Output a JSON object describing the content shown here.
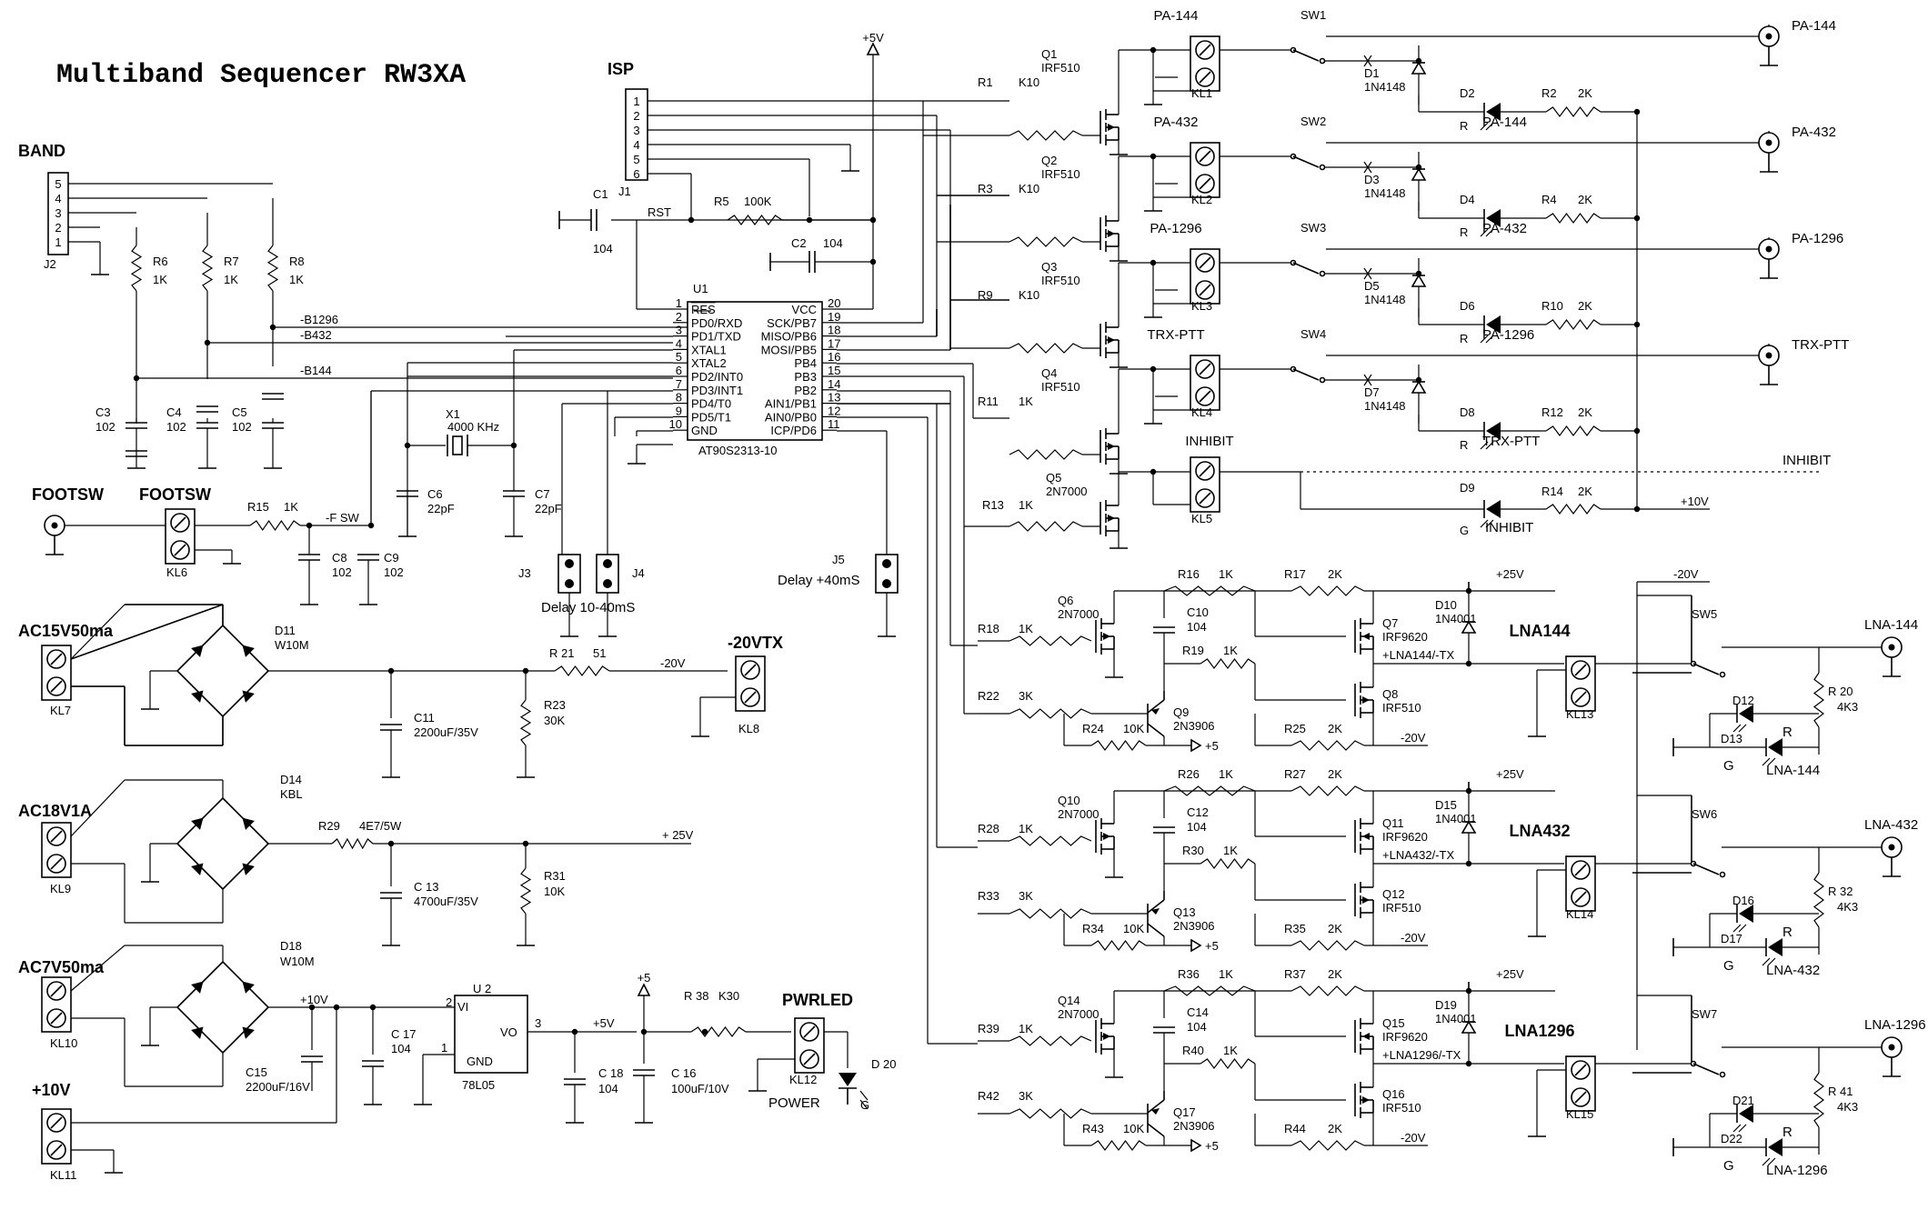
{
  "title": "Multiband Sequencer  RW3XA",
  "connectors": {
    "isp": {
      "name": "ISP",
      "ref": "J1",
      "pins": [
        "1",
        "2",
        "3",
        "4",
        "5",
        "6"
      ]
    },
    "band": {
      "name": "BAND",
      "ref": "J2",
      "pins": [
        "5",
        "4",
        "3",
        "2",
        "1"
      ]
    },
    "footsw_jack": "FOOTSW",
    "footsw_term": "FOOTSW",
    "kl6": "KL6",
    "supply": {
      "v5": "+5V"
    }
  },
  "mcu": {
    "ref": "U1",
    "part": "AT90S2313-10",
    "left_pins": [
      {
        "num": "1",
        "name": "RES"
      },
      {
        "num": "2",
        "name": "PD0/RXD"
      },
      {
        "num": "3",
        "name": "PD1/TXD"
      },
      {
        "num": "4",
        "name": "XTAL1"
      },
      {
        "num": "5",
        "name": "XTAL2"
      },
      {
        "num": "6",
        "name": "PD2/INT0"
      },
      {
        "num": "7",
        "name": "PD3/INT1"
      },
      {
        "num": "8",
        "name": "PD4/T0"
      },
      {
        "num": "9",
        "name": "PD5/T1"
      },
      {
        "num": "10",
        "name": "GND"
      }
    ],
    "right_pins": [
      {
        "num": "20",
        "name": "VCC"
      },
      {
        "num": "19",
        "name": "SCK/PB7"
      },
      {
        "num": "18",
        "name": "MISO/PB6"
      },
      {
        "num": "17",
        "name": "MOSI/PB5"
      },
      {
        "num": "16",
        "name": "PB4"
      },
      {
        "num": "15",
        "name": "PB3"
      },
      {
        "num": "14",
        "name": "PB2"
      },
      {
        "num": "13",
        "name": "AIN1/PB1"
      },
      {
        "num": "12",
        "name": "AIN0/PB0"
      },
      {
        "num": "11",
        "name": "ICP/PD6"
      }
    ]
  },
  "mcu_parts": {
    "c1": {
      "ref": "C1",
      "val": "104"
    },
    "rst": "RST",
    "r5": {
      "ref": "R5",
      "val": "100K"
    },
    "c2": {
      "ref": "C2",
      "val": "104"
    },
    "x1": {
      "ref": "X1",
      "val": "4000 KHz"
    },
    "c6": {
      "ref": "C6",
      "val": "22pF"
    },
    "c7": {
      "ref": "C7",
      "val": "22pF"
    },
    "r6": {
      "ref": "R6",
      "val": "1K"
    },
    "r7": {
      "ref": "R7",
      "val": "1K"
    },
    "r8": {
      "ref": "R8",
      "val": "1K"
    },
    "c3": {
      "ref": "C3",
      "val": "102"
    },
    "c4": {
      "ref": "C4",
      "val": "102"
    },
    "c5": {
      "ref": "C5",
      "val": "102"
    },
    "b1296": "-B1296",
    "b432": "-B432",
    "b144": "-B144",
    "r15": {
      "ref": "R15",
      "val": "1K"
    },
    "fsw": "-F SW",
    "c8": {
      "ref": "C8",
      "val": "102"
    },
    "c9": {
      "ref": "C9",
      "val": "102"
    },
    "j3": "J3",
    "j4": "J4",
    "j5": "J5",
    "delay1": "Delay 10-40mS",
    "delay2": "Delay +40mS"
  },
  "pa_channels": [
    {
      "q": "Q1",
      "part": "IRF510",
      "r": "R1",
      "rv": "K10",
      "kl": "KL1",
      "name": "PA-144",
      "sw": "SW1",
      "d": "D1",
      "dp": "1N4148",
      "led": "D2",
      "ledc": "R",
      "ledlbl": "PA-144",
      "rr": "R2",
      "rrv": "2K",
      "out": "PA-144"
    },
    {
      "q": "Q2",
      "part": "IRF510",
      "r": "R3",
      "rv": "K10",
      "kl": "KL2",
      "name": "PA-432",
      "sw": "SW2",
      "d": "D3",
      "dp": "1N4148",
      "led": "D4",
      "ledc": "R",
      "ledlbl": "PA-432",
      "rr": "R4",
      "rrv": "2K",
      "out": "PA-432"
    },
    {
      "q": "Q3",
      "part": "IRF510",
      "r": "R9",
      "rv": "K10",
      "kl": "KL3",
      "name": "PA-1296",
      "sw": "SW3",
      "d": "D5",
      "dp": "1N4148",
      "led": "D6",
      "ledc": "R",
      "ledlbl": "PA-1296",
      "rr": "R10",
      "rrv": "2K",
      "out": "PA-1296"
    },
    {
      "q": "Q4",
      "part": "IRF510",
      "r": "R11",
      "rv": "1K",
      "kl": "KL4",
      "name": "TRX-PTT",
      "sw": "SW4",
      "d": "D7",
      "dp": "1N4148",
      "led": "D8",
      "ledc": "R",
      "ledlbl": "TRX-PTT",
      "rr": "R12",
      "rrv": "2K",
      "out": "TRX-PTT"
    }
  ],
  "inhibit": {
    "q": "Q5",
    "part": "2N7000",
    "r": "R13",
    "rv": "1K",
    "kl": "KL5",
    "name": "INHIBIT",
    "led": "D9",
    "ledc": "G",
    "ledlbl": "INHIBIT",
    "rr": "R14",
    "rrv": "2K",
    "out": "INHIBIT",
    "v10": "+10V"
  },
  "lna_channels": [
    {
      "q1": "Q6",
      "q1p": "2N7000",
      "r1": "R18",
      "r1v": "1K",
      "r2": "R16",
      "r2v": "1K",
      "c": "C10",
      "cv": "104",
      "r3": "R17",
      "r3v": "2K",
      "q2": "Q7",
      "q2p": "IRF9620",
      "d": "D10",
      "dp": "1N4001",
      "r4": "R19",
      "r4v": "1K",
      "r5": "R22",
      "r5v": "3K",
      "q3": "Q9",
      "q3p": "2N3906",
      "r6": "R24",
      "r6v": "10K",
      "q4": "Q8",
      "q4p": "IRF510",
      "r7": "R25",
      "r7v": "2K",
      "tx": "+LNA144/-TX",
      "kl": "KL13",
      "name": "LNA144",
      "sw": "SW5",
      "rr": "R 20",
      "rrv": "4K3",
      "d1": "D12",
      "d2": "D13",
      "ledlbl": "LNA-144",
      "out": "LNA-144"
    },
    {
      "q1": "Q10",
      "q1p": "2N7000",
      "r1": "R28",
      "r1v": "1K",
      "r2": "R26",
      "r2v": "1K",
      "c": "C12",
      "cv": "104",
      "r3": "R27",
      "r3v": "2K",
      "q2": "Q11",
      "q2p": "IRF9620",
      "d": "D15",
      "dp": "1N4001",
      "r4": "R30",
      "r4v": "1K",
      "r5": "R33",
      "r5v": "3K",
      "q3": "Q13",
      "q3p": "2N3906",
      "r6": "R34",
      "r6v": "10K",
      "q4": "Q12",
      "q4p": "IRF510",
      "r7": "R35",
      "r7v": "2K",
      "tx": "+LNA432/-TX",
      "kl": "KL14",
      "name": "LNA432",
      "sw": "SW6",
      "rr": "R 32",
      "rrv": "4K3",
      "d1": "D16",
      "d2": "D17",
      "ledlbl": "LNA-432",
      "out": "LNA-432"
    },
    {
      "q1": "Q14",
      "q1p": "2N7000",
      "r1": "R39",
      "r1v": "1K",
      "r2": "R36",
      "r2v": "1K",
      "c": "C14",
      "cv": "104",
      "r3": "R37",
      "r3v": "2K",
      "q2": "Q15",
      "q2p": "IRF9620",
      "d": "D19",
      "dp": "1N4001",
      "r4": "R40",
      "r4v": "1K",
      "r5": "R42",
      "r5v": "3K",
      "q3": "Q17",
      "q3p": "2N3906",
      "r6": "R43",
      "r6v": "10K",
      "q4": "Q16",
      "q4p": "IRF510",
      "r7": "R44",
      "r7v": "2K",
      "tx": "+LNA1296/-TX",
      "kl": "KL15",
      "name": "LNA1296",
      "sw": "SW7",
      "rr": "R 41",
      "rrv": "4K3",
      "d1": "D21",
      "d2": "D22",
      "ledlbl": "LNA-1296",
      "out": "LNA-1296"
    }
  ],
  "lna_common": {
    "v25": "+25V",
    "vm20": "-20V",
    "v5": "+5",
    "ledR": "R",
    "ledG": "G"
  },
  "psu": {
    "ac15": "AC15V50ma",
    "kl7": "KL7",
    "d11": "D11",
    "d11p": "W10M",
    "r21": "R 21",
    "r21v": "51",
    "m20": "-20V",
    "c11": "C11",
    "c11v": "2200uF/35V",
    "r23": "R23",
    "r23v": "30K",
    "term20": "-20VTX",
    "kl8": "KL8",
    "ac18": "AC18V1A",
    "kl9": "KL9",
    "d14": "D14",
    "d14p": "KBL",
    "r29": "R29",
    "r29v": "4E7/5W",
    "p25": "+ 25V",
    "c13": "C 13",
    "c13v": "4700uF/35V",
    "r31": "R31",
    "r31v": "10K",
    "ac7": "AC7V50ma",
    "kl10": "KL10",
    "d18": "D18",
    "d18p": "W10M",
    "p10": "+10V",
    "c15": "C15",
    "c15v": "2200uF/16V",
    "c17": "C 17",
    "c17v": "104",
    "u2": "U 2",
    "u2p": "78L05",
    "vi": "VI",
    "vo": "VO",
    "gnd": "GND",
    "p5": "+5V",
    "p5b": "+5",
    "r38": "R 38",
    "r38v": "K30",
    "c18": "C 18",
    "c18v": "104",
    "c16": "C 16",
    "c16v": "100uF/10V",
    "pwrled": "PWRLED",
    "kl12": "KL12",
    "power": "POWER",
    "d20": "D 20",
    "d20c": "G",
    "v10in": "+10V",
    "kl11": "KL11"
  }
}
